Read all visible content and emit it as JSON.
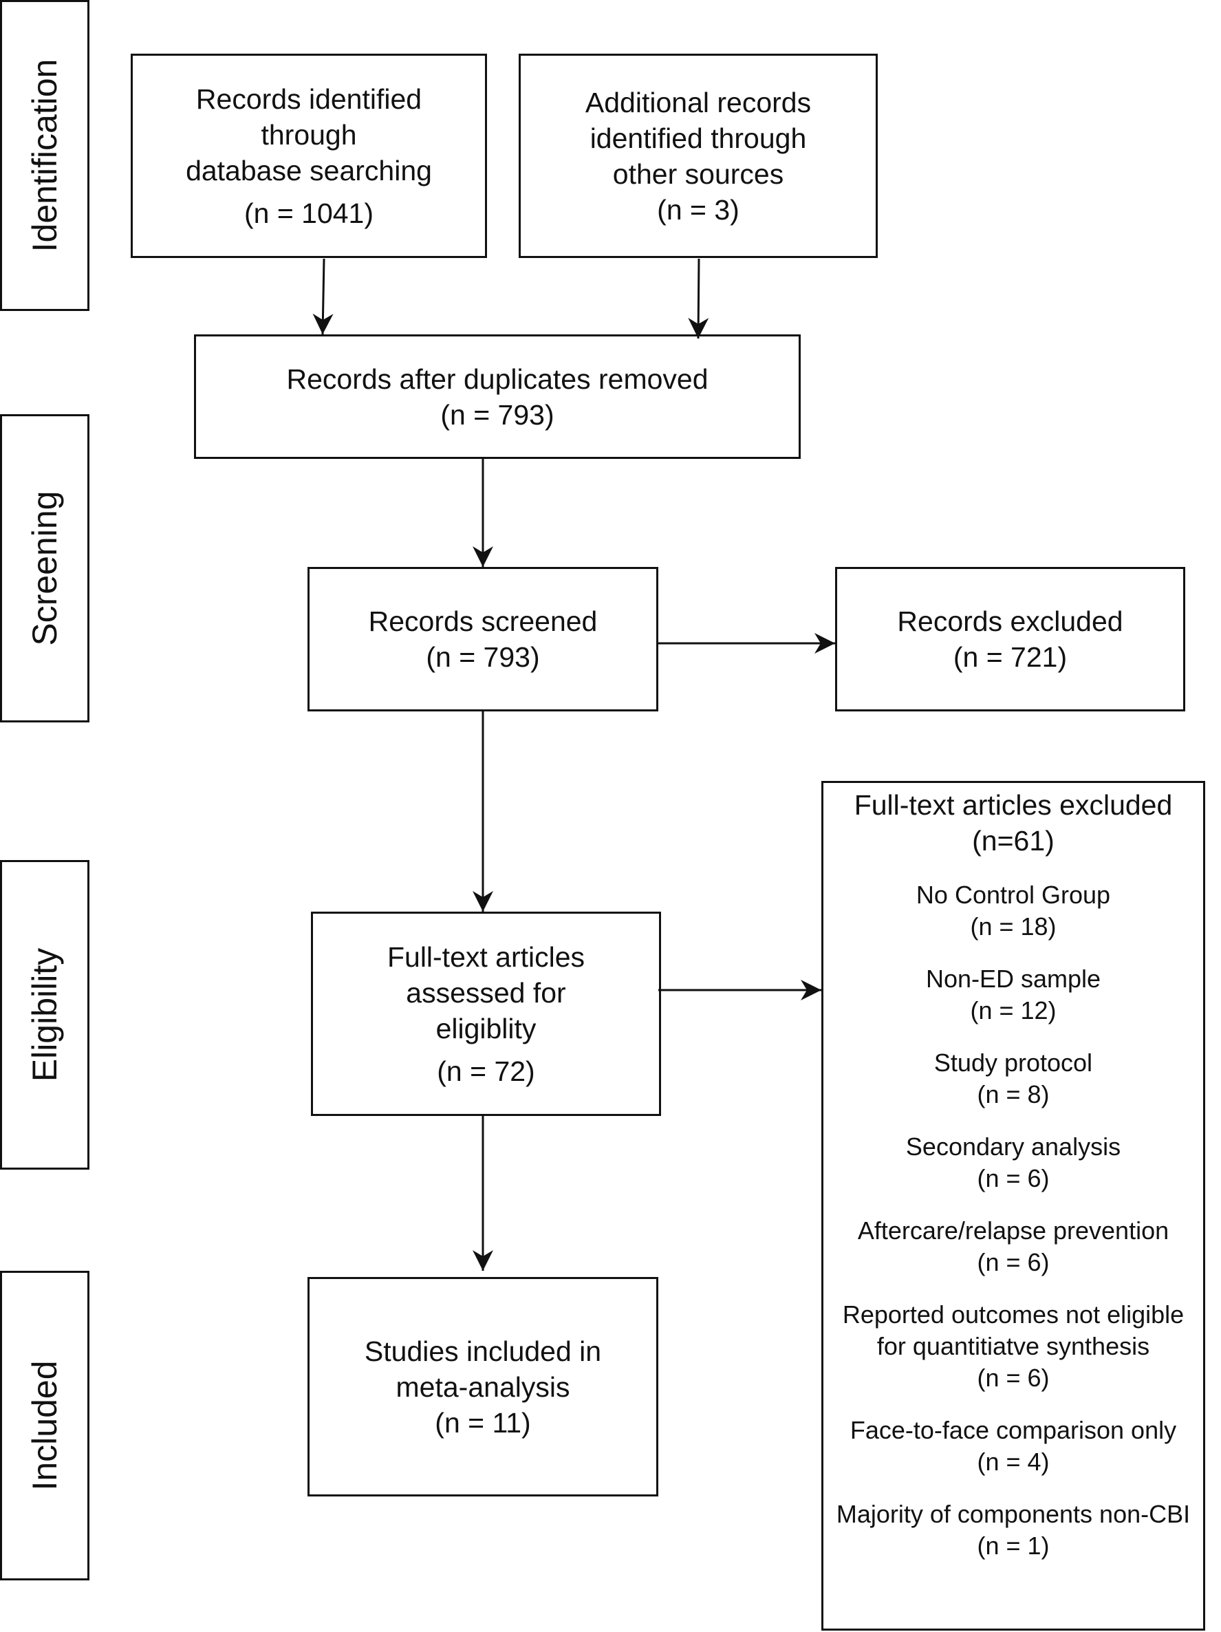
{
  "stages": {
    "identification": "Identification",
    "screening": "Screening",
    "eligibility": "Eligibility",
    "included": "Included"
  },
  "boxes": {
    "database": [
      "Records identified",
      "through",
      "database searching",
      "(n = 1041)"
    ],
    "other_sources": [
      "Additional records",
      "identified through",
      "other sources",
      "(n = 3)"
    ],
    "after_duplicates": [
      "Records after duplicates removed",
      "(n = 793)"
    ],
    "screened": [
      "Records screened",
      "(n = 793)"
    ],
    "excluded": [
      "Records excluded",
      "(n = 721)"
    ],
    "fulltext_assessed": [
      "Full-text articles",
      "assessed for",
      "eligiblity",
      "(n = 72)"
    ],
    "included_studies": [
      "Studies included in",
      "meta-analysis",
      "(n = 11)"
    ]
  },
  "fulltext_excluded": {
    "title": "Full-text articles excluded",
    "count": "(n=61)",
    "reasons": [
      {
        "lines": [
          "No Control Group"
        ],
        "n": "(n = 18)"
      },
      {
        "lines": [
          "Non-ED sample"
        ],
        "n": "(n = 12)"
      },
      {
        "lines": [
          "Study protocol"
        ],
        "n": "(n = 8)"
      },
      {
        "lines": [
          "Secondary analysis"
        ],
        "n": "(n = 6)"
      },
      {
        "lines": [
          "Aftercare/relapse prevention"
        ],
        "n": "(n = 6)"
      },
      {
        "lines": [
          "Reported outcomes not eligible",
          "for quantitiatve synthesis"
        ],
        "n": "(n = 6)"
      },
      {
        "lines": [
          "Face-to-face comparison only"
        ],
        "n": "(n = 4)"
      },
      {
        "lines": [
          "Majority of components non-CBI"
        ],
        "n": "(n = 1)"
      }
    ]
  }
}
